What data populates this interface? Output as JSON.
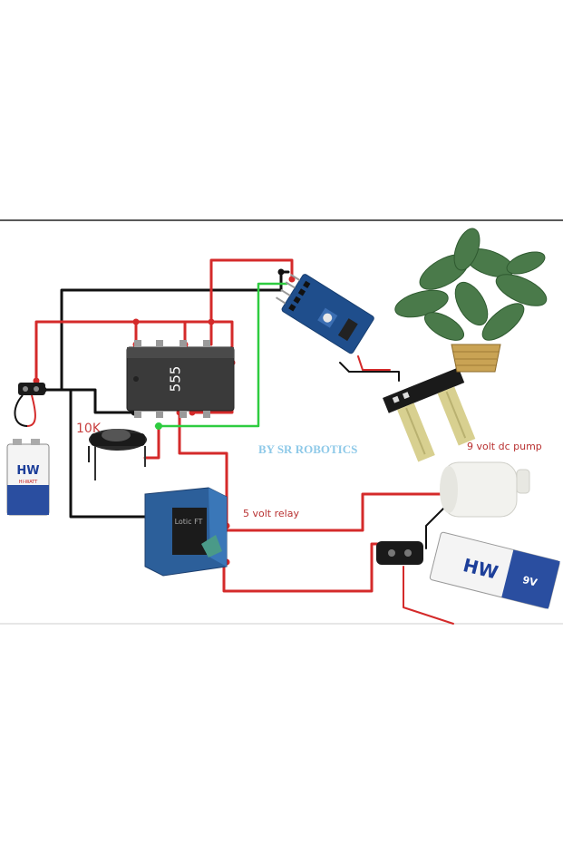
{
  "chip": {
    "label": "555"
  },
  "potentiometer": {
    "label": "10K"
  },
  "credit": {
    "text": "BY SR ROBOTICS"
  },
  "relay": {
    "label": "5 volt relay",
    "case_text": "Lotic FT"
  },
  "pump": {
    "label": "9 volt dc pump"
  },
  "battery": {
    "brand": "HW",
    "brand_sub": "HI-WATT",
    "badge": "9V"
  },
  "colors": {
    "wire_red": "#d42a2a",
    "wire_black": "#111111",
    "wire_green": "#2ecc40",
    "credit_blue": "#8ec9e8",
    "label_red": "#b83030",
    "frame": "#222222"
  }
}
